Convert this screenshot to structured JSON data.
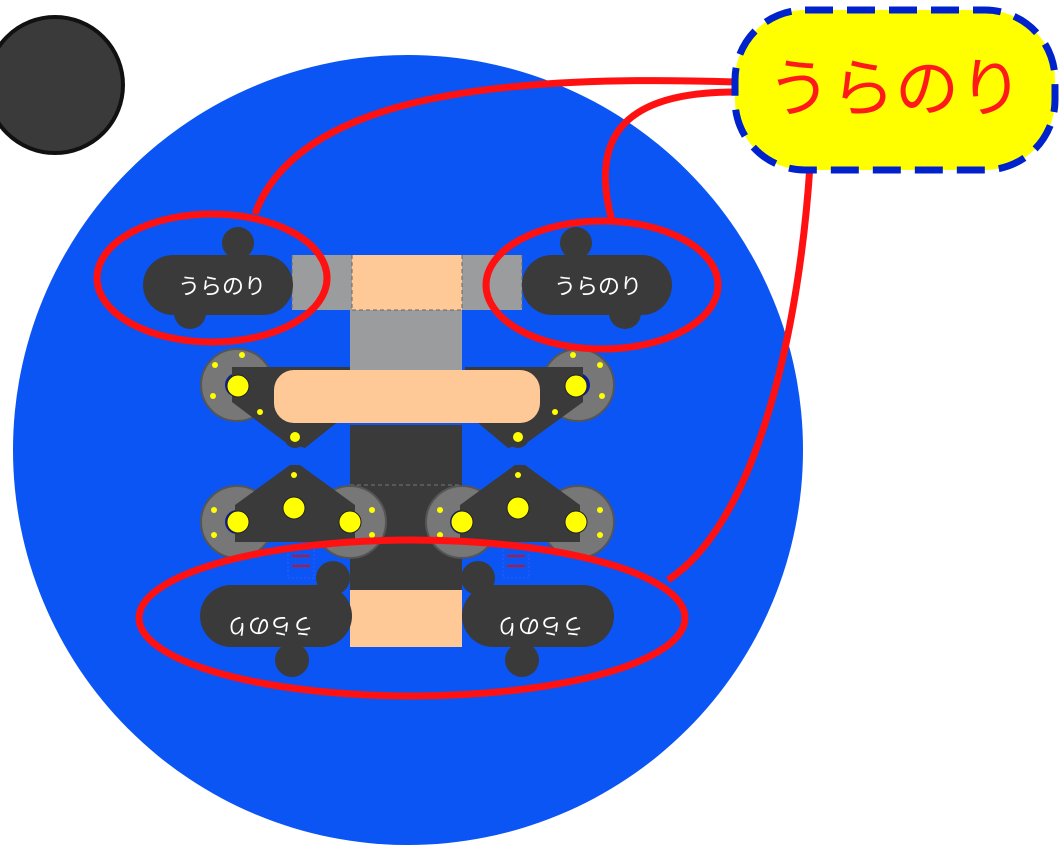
{
  "callout": {
    "label": "うらのり",
    "fill": "#ffff00",
    "border": "#0022cc",
    "text_color": "#ff1a1a"
  },
  "tabs": {
    "top_left": "うらのり",
    "top_right": "うらのり",
    "bottom_left": "うらのり",
    "bottom_right": "うらのり"
  },
  "colors": {
    "background": "#ffffff",
    "circle": "#0b55f5",
    "part": "#3a3a3a",
    "paper": "#fec997",
    "grey": "#9a9c9e",
    "highlight": "#ff1111",
    "pin": "#ffff00"
  },
  "icons": [
    "dark-circle-icon",
    "pin-icon"
  ]
}
